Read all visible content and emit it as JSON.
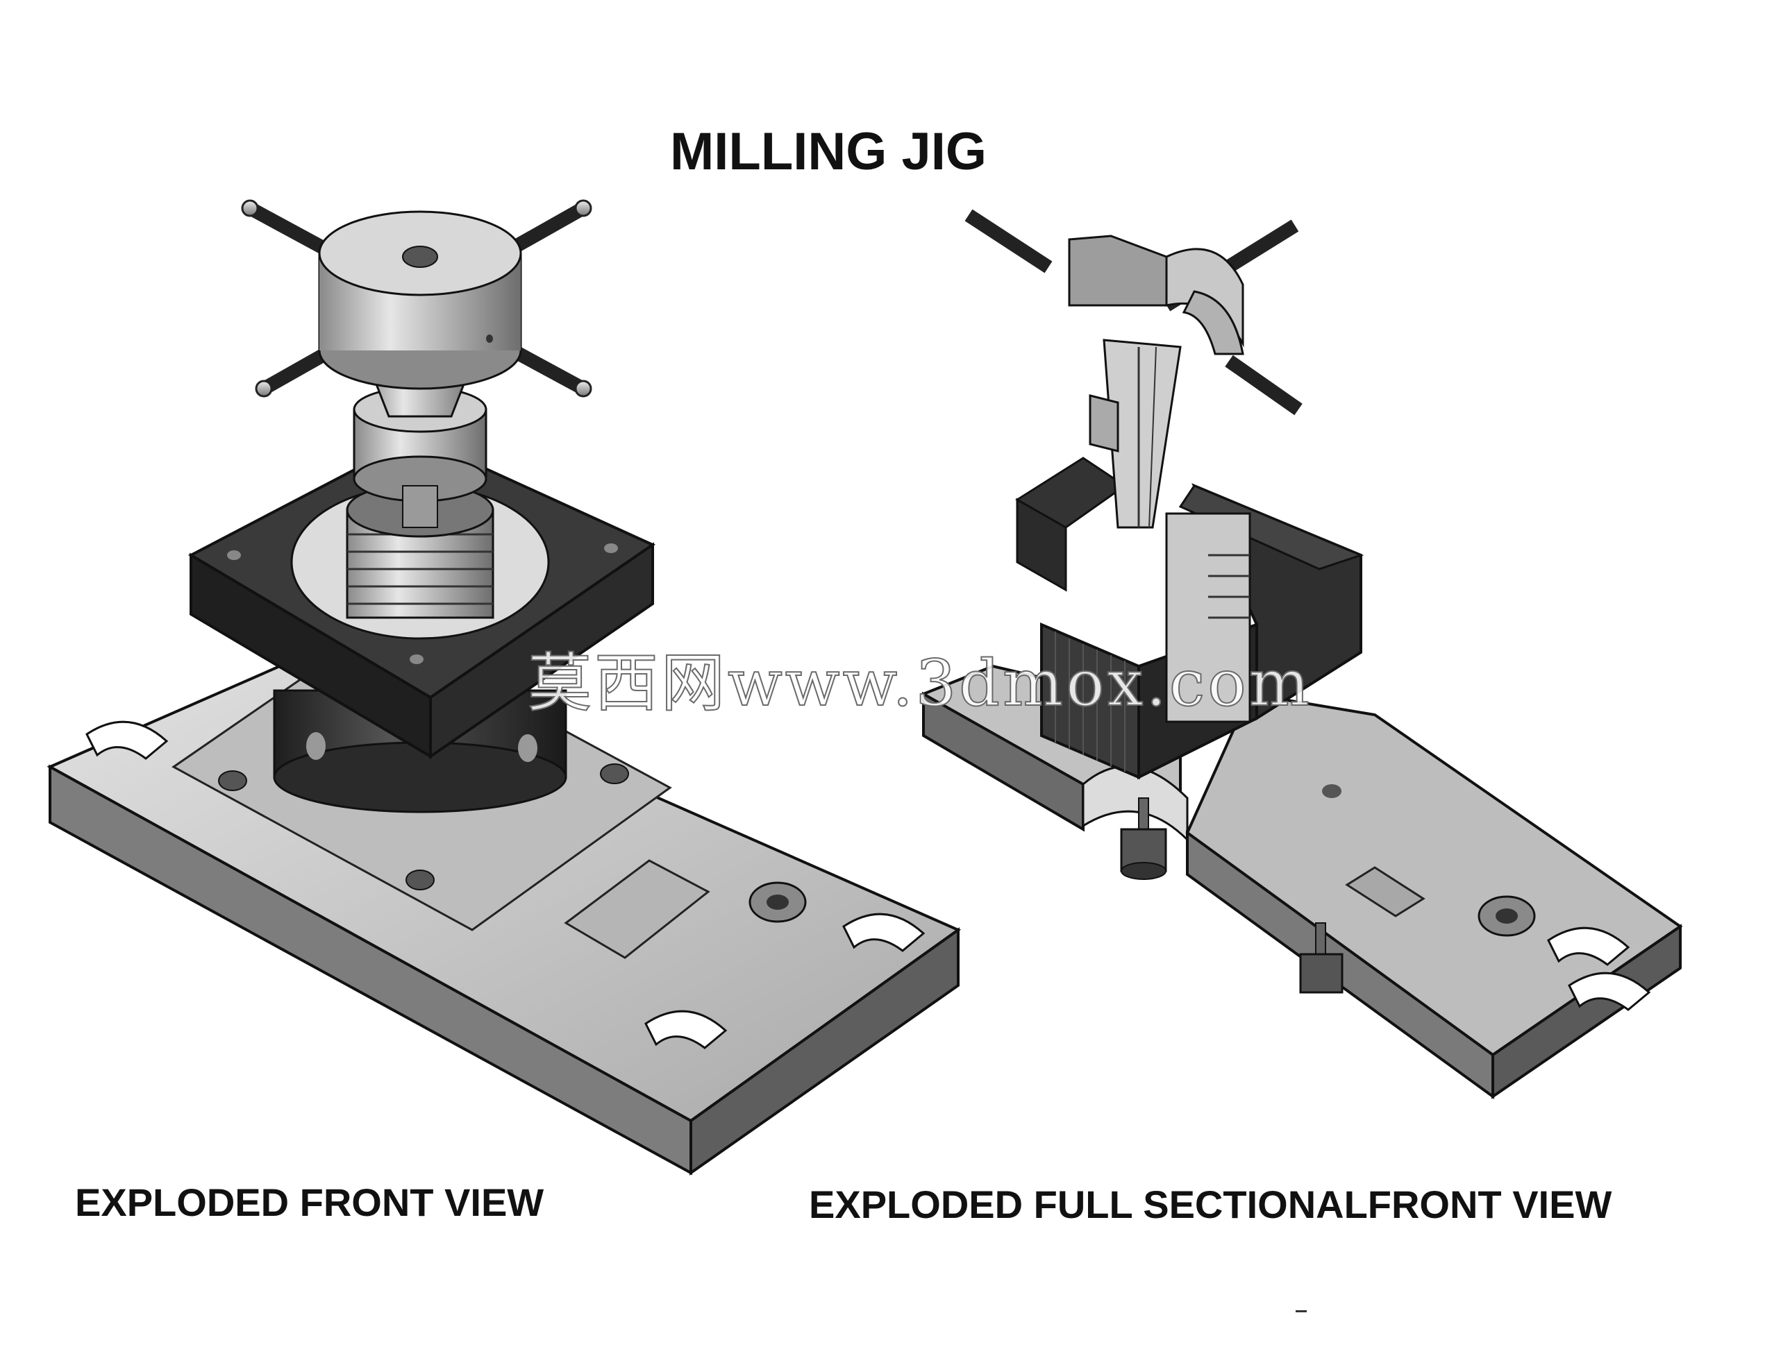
{
  "title": "MILLING JIG",
  "views": {
    "left": {
      "caption": "EXPLODED FRONT VIEW"
    },
    "right": {
      "caption": "EXPLODED FULL SECTIONALFRONT VIEW"
    }
  },
  "watermark": "莫西网www.3dmox.com",
  "colors": {
    "background": "#ffffff",
    "steel": "#c4c4c4",
    "steel_dark": "#7a7a7a",
    "block_black": "#2c2c2c",
    "text": "#111111"
  }
}
